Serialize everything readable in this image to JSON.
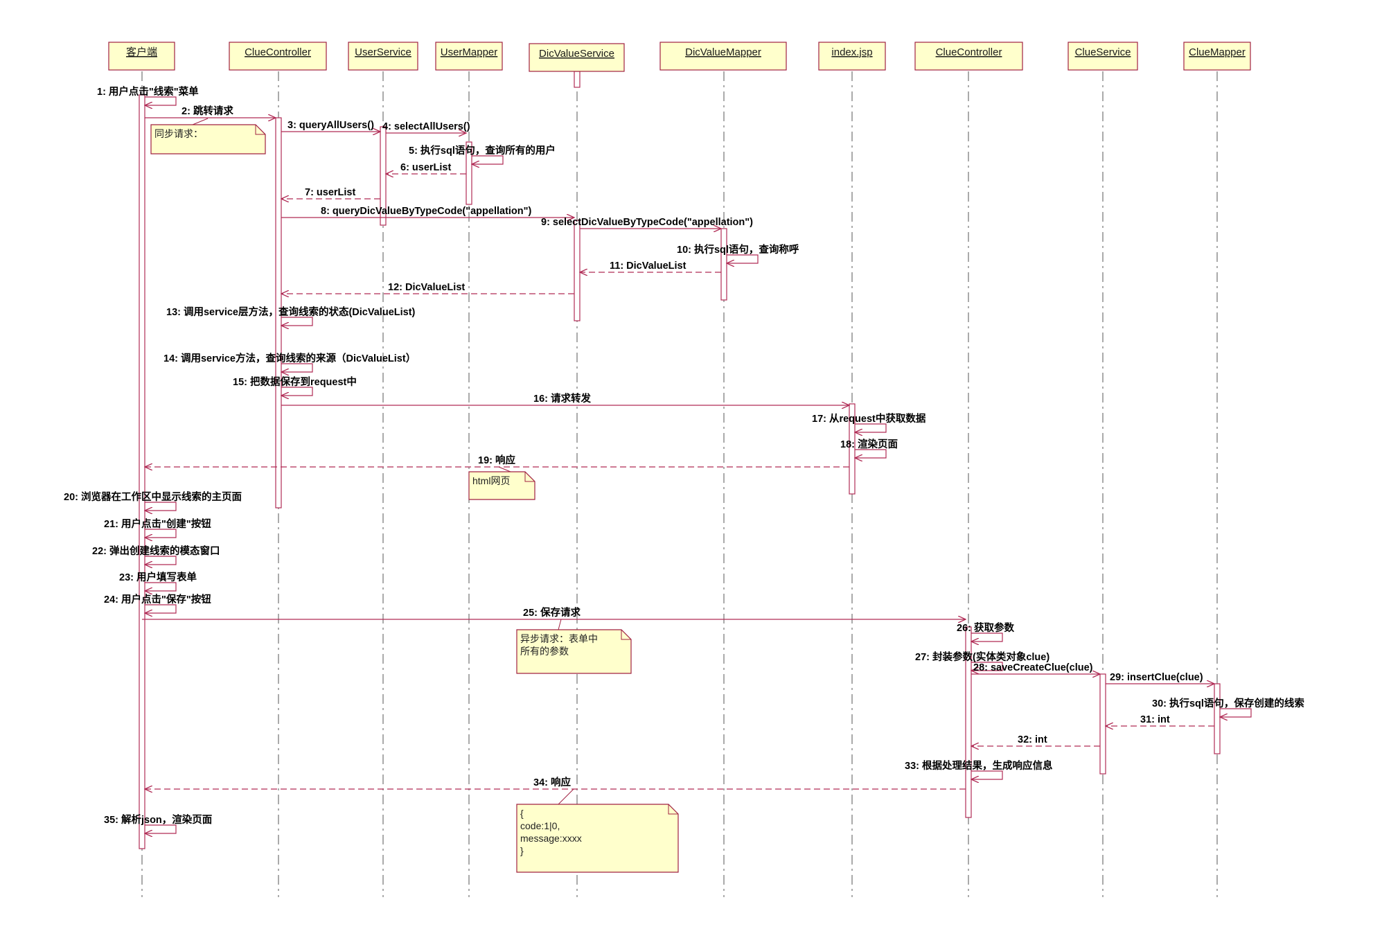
{
  "colors": {
    "line": "#b02b55",
    "box_fill": "#ffffcc",
    "box_stroke": "#a02040",
    "lifeline": "#555555",
    "text": "#000000"
  },
  "participants": [
    {
      "name": "客户端"
    },
    {
      "name": "ClueController"
    },
    {
      "name": "UserService"
    },
    {
      "name": "UserMapper"
    },
    {
      "name": "DicValueService"
    },
    {
      "name": "DicValueMapper"
    },
    {
      "name": "index.jsp"
    },
    {
      "name": "ClueController"
    },
    {
      "name": "ClueService"
    },
    {
      "name": "ClueMapper"
    }
  ],
  "messages": [
    {
      "label": "1: 用户点击\"线索\"菜单",
      "from": 0,
      "to": 0,
      "kind": "self"
    },
    {
      "label": "2: 跳转请求",
      "from": 0,
      "to": 1,
      "kind": "call"
    },
    {
      "label": "3: queryAllUsers()",
      "from": 1,
      "to": 2,
      "kind": "call"
    },
    {
      "label": "4: selectAllUsers()",
      "from": 2,
      "to": 3,
      "kind": "call"
    },
    {
      "label": "5: 执行sql语句，查询所有的用户",
      "from": 3,
      "to": 3,
      "kind": "self"
    },
    {
      "label": "6: userList",
      "from": 3,
      "to": 2,
      "kind": "return"
    },
    {
      "label": "7: userList",
      "from": 2,
      "to": 1,
      "kind": "return"
    },
    {
      "label": "8: queryDicValueByTypeCode(\"appellation\")",
      "from": 1,
      "to": 4,
      "kind": "call"
    },
    {
      "label": "9: selectDicValueByTypeCode(\"appellation\")",
      "from": 4,
      "to": 5,
      "kind": "call"
    },
    {
      "label": "10: 执行sql语句，查询称呼",
      "from": 5,
      "to": 5,
      "kind": "self"
    },
    {
      "label": "11: DicValueList",
      "from": 5,
      "to": 4,
      "kind": "return"
    },
    {
      "label": "12: DicValueList",
      "from": 4,
      "to": 1,
      "kind": "return"
    },
    {
      "label": "13: 调用service层方法，查询线索的状态(DicValueList)",
      "from": 1,
      "to": 1,
      "kind": "self"
    },
    {
      "label": "14: 调用service方法，查询线索的来源（DicValueList）",
      "from": 1,
      "to": 1,
      "kind": "self"
    },
    {
      "label": "15: 把数据保存到request中",
      "from": 1,
      "to": 1,
      "kind": "self"
    },
    {
      "label": "16: 请求转发",
      "from": 1,
      "to": 6,
      "kind": "call"
    },
    {
      "label": "17: 从request中获取数据",
      "from": 6,
      "to": 6,
      "kind": "self"
    },
    {
      "label": "18: 渲染页面",
      "from": 6,
      "to": 6,
      "kind": "self"
    },
    {
      "label": "19: 响应",
      "from": 6,
      "to": 0,
      "kind": "return"
    },
    {
      "label": "20: 浏览器在工作区中显示线索的主页面",
      "from": 0,
      "to": 0,
      "kind": "self"
    },
    {
      "label": "21: 用户点击\"创建\"按钮",
      "from": 0,
      "to": 0,
      "kind": "self"
    },
    {
      "label": "22: 弹出创建线索的模态窗口",
      "from": 0,
      "to": 0,
      "kind": "self"
    },
    {
      "label": "23: 用户填写表单",
      "from": 0,
      "to": 0,
      "kind": "self"
    },
    {
      "label": "24: 用户点击\"保存\"按钮",
      "from": 0,
      "to": 0,
      "kind": "self"
    },
    {
      "label": "25: 保存请求",
      "from": 0,
      "to": 7,
      "kind": "call"
    },
    {
      "label": "26: 获取参数",
      "from": 7,
      "to": 7,
      "kind": "self"
    },
    {
      "label": "27: 封装参数(实体类对象clue)",
      "from": 7,
      "to": 7,
      "kind": "self"
    },
    {
      "label": "28: saveCreateClue(clue)",
      "from": 7,
      "to": 8,
      "kind": "call"
    },
    {
      "label": "29: insertClue(clue)",
      "from": 8,
      "to": 9,
      "kind": "call"
    },
    {
      "label": "30: 执行sql语句，保存创建的线索",
      "from": 9,
      "to": 9,
      "kind": "self"
    },
    {
      "label": "31: int",
      "from": 9,
      "to": 8,
      "kind": "return"
    },
    {
      "label": "32: int",
      "from": 8,
      "to": 7,
      "kind": "return"
    },
    {
      "label": "33: 根据处理结果，生成响应信息",
      "from": 7,
      "to": 7,
      "kind": "self"
    },
    {
      "label": "34: 响应",
      "from": 7,
      "to": 0,
      "kind": "return"
    },
    {
      "label": "35: 解析json，渲染页面",
      "from": 0,
      "to": 0,
      "kind": "self"
    }
  ],
  "notes": [
    {
      "lines": [
        "同步请求："
      ]
    },
    {
      "lines": [
        "html网页"
      ]
    },
    {
      "lines": [
        "异步请求：表单中",
        "所有的参数"
      ]
    },
    {
      "lines": [
        "{",
        "  code:1|0,",
        "  message:xxxx",
        "}"
      ]
    }
  ]
}
